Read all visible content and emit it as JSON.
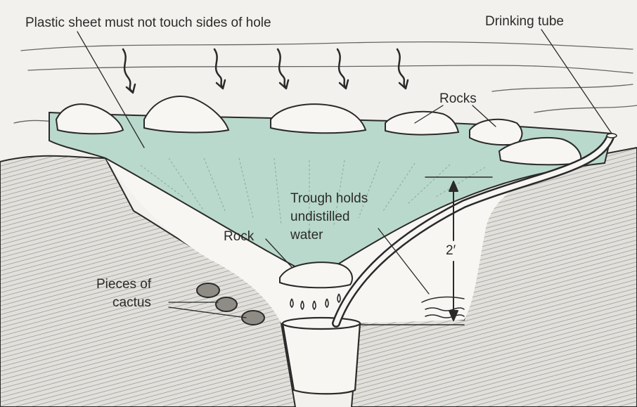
{
  "title": "Solar still cross-section",
  "labels": {
    "plastic_sheet": "Plastic sheet must not touch sides of hole",
    "drinking_tube": "Drinking tube",
    "rocks": "Rocks",
    "trough": [
      "Trough holds",
      "undistilled",
      "water"
    ],
    "rock": "Rock",
    "depth": "2′",
    "cactus": [
      "Pieces of",
      "cactus"
    ]
  },
  "colors": {
    "plastic": "#b9d9cc",
    "paper": "#f3f1ed",
    "ground": "#d9d7d2",
    "ink": "#2a2a2a"
  }
}
